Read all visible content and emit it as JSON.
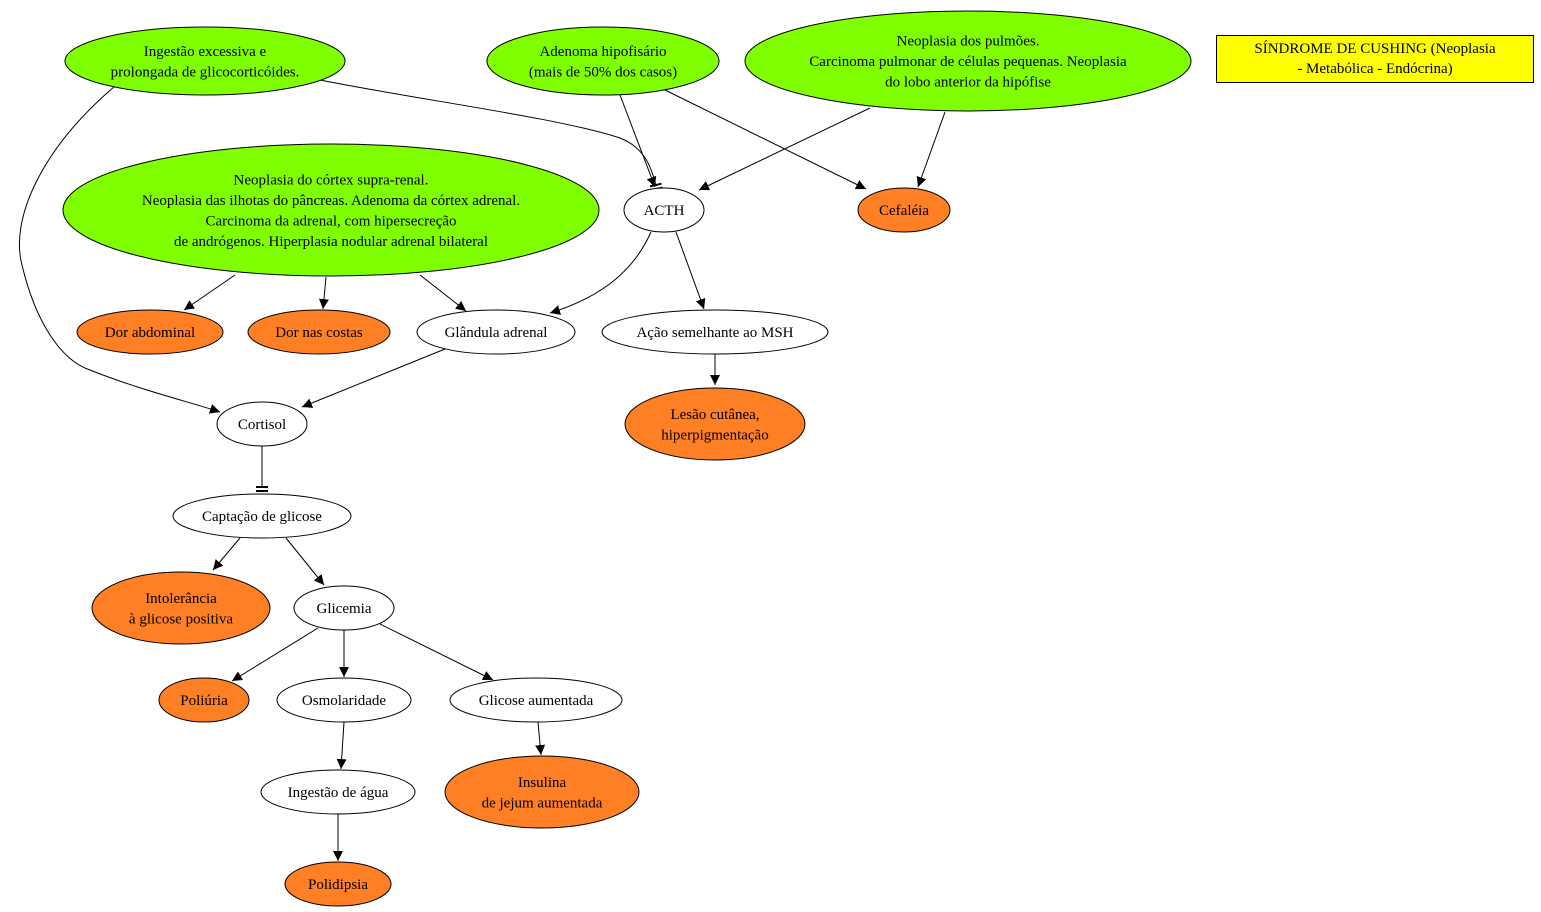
{
  "colors": {
    "cause": "#7fff00",
    "symptom": "#ff7f24",
    "process": "#ffffff",
    "title_box": "#ffff00"
  },
  "title": {
    "lines": [
      "SÍNDROME DE CUSHING (Neoplasia",
      "- Metabólica - Endócrina)"
    ]
  },
  "nodes": {
    "glicocorticoides": {
      "kind": "cause",
      "lines": [
        "Ingestão excessiva e",
        "prolongada de glicocorticóides."
      ]
    },
    "adenoma_hipofisario": {
      "kind": "cause",
      "lines": [
        "Adenoma hipofisário",
        "(mais de 50% dos casos)"
      ]
    },
    "neoplasia_pulmoes": {
      "kind": "cause",
      "lines": [
        "Neoplasia dos pulmões.",
        "Carcinoma pulmonar de células pequenas. Neoplasia",
        "do lobo anterior da hipófise"
      ]
    },
    "neoplasia_cortex": {
      "kind": "cause",
      "lines": [
        "Neoplasia do córtex supra-renal.",
        "Neoplasia das ilhotas do pâncreas. Adenoma da córtex adrenal.",
        "Carcinoma da adrenal, com hipersecreção",
        "de andrógenos. Hiperplasia nodular adrenal bilateral"
      ]
    },
    "acth": {
      "kind": "process",
      "lines": [
        "ACTH"
      ]
    },
    "cefaleia": {
      "kind": "symptom",
      "lines": [
        "Cefaléia"
      ]
    },
    "dor_abdominal": {
      "kind": "symptom",
      "lines": [
        "Dor abdominal"
      ]
    },
    "dor_costas": {
      "kind": "symptom",
      "lines": [
        "Dor nas costas"
      ]
    },
    "glandula_adrenal": {
      "kind": "process",
      "lines": [
        "Glândula adrenal"
      ]
    },
    "acao_msh": {
      "kind": "process",
      "lines": [
        "Ação semelhante ao MSH"
      ]
    },
    "lesao_cutanea": {
      "kind": "symptom",
      "lines": [
        "Lesão cutânea,",
        "hiperpigmentação"
      ]
    },
    "cortisol": {
      "kind": "process",
      "lines": [
        "Cortisol"
      ]
    },
    "captacao_glicose": {
      "kind": "process",
      "lines": [
        "Captação de glicose"
      ]
    },
    "intolerancia": {
      "kind": "symptom",
      "lines": [
        "Intolerância",
        "à glicose positiva"
      ]
    },
    "glicemia": {
      "kind": "process",
      "lines": [
        "Glicemia"
      ]
    },
    "poliuria": {
      "kind": "symptom",
      "lines": [
        "Poliúria"
      ]
    },
    "osmolaridade": {
      "kind": "process",
      "lines": [
        "Osmolaridade"
      ]
    },
    "glicose_aumentada": {
      "kind": "process",
      "lines": [
        "Glicose aumentada"
      ]
    },
    "ingestao_agua": {
      "kind": "process",
      "lines": [
        "Ingestão de água"
      ]
    },
    "insulina": {
      "kind": "symptom",
      "lines": [
        "Insulina",
        "de jejum aumentada"
      ]
    },
    "polidipsia": {
      "kind": "symptom",
      "lines": [
        "Polidipsia"
      ]
    }
  },
  "edges": [
    {
      "from": "glicocorticoides",
      "to": "acth",
      "relation": "inhibits"
    },
    {
      "from": "glicocorticoides",
      "to": "cortisol",
      "relation": "increases"
    },
    {
      "from": "adenoma_hipofisario",
      "to": "acth",
      "relation": "increases"
    },
    {
      "from": "adenoma_hipofisario",
      "to": "cefaleia",
      "relation": "increases"
    },
    {
      "from": "neoplasia_pulmoes",
      "to": "acth",
      "relation": "increases"
    },
    {
      "from": "neoplasia_pulmoes",
      "to": "cefaleia",
      "relation": "increases"
    },
    {
      "from": "neoplasia_cortex",
      "to": "dor_abdominal",
      "relation": "increases"
    },
    {
      "from": "neoplasia_cortex",
      "to": "dor_costas",
      "relation": "increases"
    },
    {
      "from": "neoplasia_cortex",
      "to": "glandula_adrenal",
      "relation": "increases"
    },
    {
      "from": "acth",
      "to": "glandula_adrenal",
      "relation": "increases"
    },
    {
      "from": "acth",
      "to": "acao_msh",
      "relation": "increases"
    },
    {
      "from": "acao_msh",
      "to": "lesao_cutanea",
      "relation": "increases"
    },
    {
      "from": "glandula_adrenal",
      "to": "cortisol",
      "relation": "increases"
    },
    {
      "from": "cortisol",
      "to": "captacao_glicose",
      "relation": "inhibits"
    },
    {
      "from": "captacao_glicose",
      "to": "intolerancia",
      "relation": "increases"
    },
    {
      "from": "captacao_glicose",
      "to": "glicemia",
      "relation": "increases"
    },
    {
      "from": "glicemia",
      "to": "poliuria",
      "relation": "increases"
    },
    {
      "from": "glicemia",
      "to": "osmolaridade",
      "relation": "increases"
    },
    {
      "from": "glicemia",
      "to": "glicose_aumentada",
      "relation": "increases"
    },
    {
      "from": "osmolaridade",
      "to": "ingestao_agua",
      "relation": "increases"
    },
    {
      "from": "glicose_aumentada",
      "to": "insulina",
      "relation": "increases"
    },
    {
      "from": "ingestao_agua",
      "to": "polidipsia",
      "relation": "increases"
    }
  ]
}
